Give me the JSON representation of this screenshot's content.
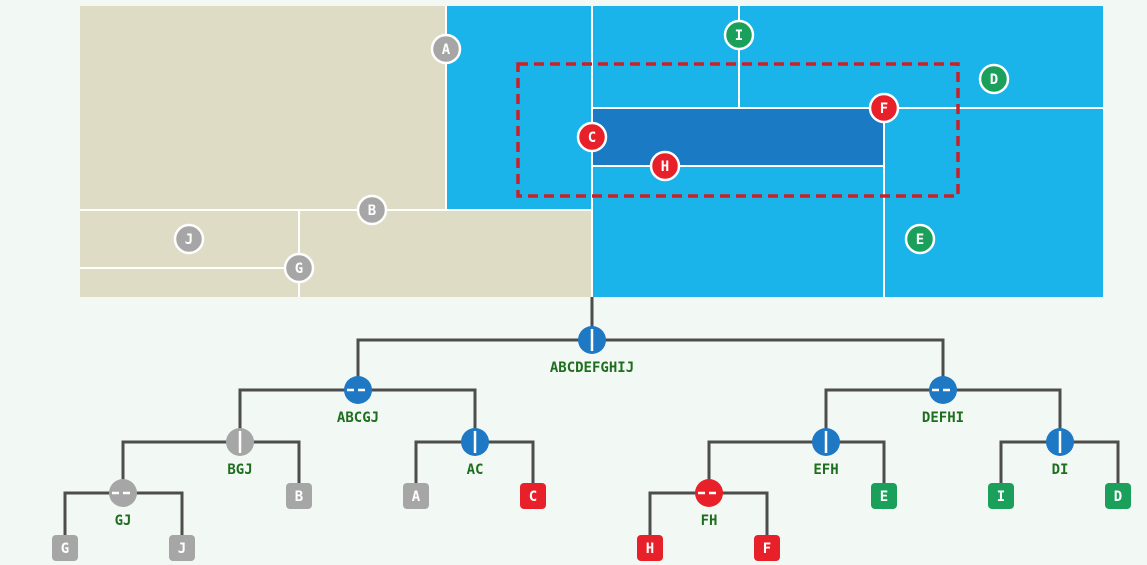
{
  "colors": {
    "background": "#f2f8f4",
    "region_beige": "#dfdcc6",
    "region_blue": "#1ab4ea",
    "region_query_hit": "#1a7ac3",
    "split_line": "#ffffff",
    "query_box": "#cc2027",
    "tree_edge": "#4d4d4d",
    "node_blue": "#1e78c4",
    "node_gray": "#a6a6a6",
    "node_red": "#e8202a",
    "point_green": "#1aa05a",
    "label_green": "#1f6e1f"
  },
  "points": [
    {
      "label": "A",
      "status": "gray"
    },
    {
      "label": "B",
      "status": "gray"
    },
    {
      "label": "C",
      "status": "red"
    },
    {
      "label": "D",
      "status": "green"
    },
    {
      "label": "E",
      "status": "green"
    },
    {
      "label": "F",
      "status": "red"
    },
    {
      "label": "G",
      "status": "gray"
    },
    {
      "label": "H",
      "status": "red"
    },
    {
      "label": "I",
      "status": "green"
    },
    {
      "label": "J",
      "status": "gray"
    }
  ],
  "tree": {
    "internal": [
      {
        "id": "root",
        "label": "ABCDEFGHIJ",
        "split": "vertical",
        "color": "blue"
      },
      {
        "id": "abcgj",
        "label": "ABCGJ",
        "split": "horizontal",
        "color": "blue"
      },
      {
        "id": "defhi",
        "label": "DEFHI",
        "split": "horizontal",
        "color": "blue"
      },
      {
        "id": "bgj",
        "label": "BGJ",
        "split": "vertical",
        "color": "gray"
      },
      {
        "id": "ac",
        "label": "AC",
        "split": "vertical",
        "color": "blue"
      },
      {
        "id": "efh",
        "label": "EFH",
        "split": "vertical",
        "color": "blue"
      },
      {
        "id": "di",
        "label": "DI",
        "split": "vertical",
        "color": "blue"
      },
      {
        "id": "gj",
        "label": "GJ",
        "split": "horizontal",
        "color": "gray"
      },
      {
        "id": "fh",
        "label": "FH",
        "split": "horizontal",
        "color": "red"
      }
    ],
    "leaves": [
      {
        "id": "leaf-g",
        "label": "G",
        "color": "gray"
      },
      {
        "id": "leaf-j",
        "label": "J",
        "color": "gray"
      },
      {
        "id": "leaf-b",
        "label": "B",
        "color": "gray"
      },
      {
        "id": "leaf-a",
        "label": "A",
        "color": "gray"
      },
      {
        "id": "leaf-c",
        "label": "C",
        "color": "red"
      },
      {
        "id": "leaf-h",
        "label": "H",
        "color": "red"
      },
      {
        "id": "leaf-f",
        "label": "F",
        "color": "red"
      },
      {
        "id": "leaf-e",
        "label": "E",
        "color": "green"
      },
      {
        "id": "leaf-i",
        "label": "I",
        "color": "green"
      },
      {
        "id": "leaf-d",
        "label": "D",
        "color": "green"
      }
    ]
  }
}
